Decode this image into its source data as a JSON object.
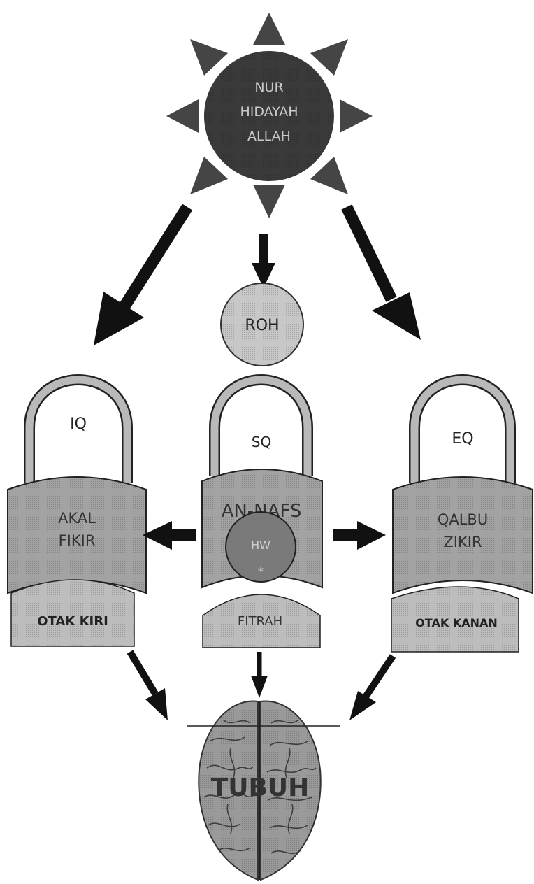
{
  "sun": {
    "lines": [
      "NUR",
      "HIDAYAH",
      "ALLAH"
    ]
  },
  "roh": {
    "label": "ROH"
  },
  "locks": {
    "left": {
      "handle": "IQ",
      "body": [
        "AKAL",
        "FIKIR"
      ],
      "base": "OTAK KIRI"
    },
    "center": {
      "handle": "SQ",
      "body": [
        "AN-NAFS"
      ],
      "inner": [
        "HW",
        "*"
      ],
      "base": "FITRAH"
    },
    "right": {
      "handle": "EQ",
      "body": [
        "QALBU",
        "ZIKIR"
      ],
      "base": "OTAK KANAN"
    }
  },
  "brain": {
    "label": "TUBUH"
  },
  "colors": {
    "sun_fill": "#3a3a3a",
    "sun_text": "#c9c9c9",
    "lock_body": "#a3a3a3",
    "lock_base": "#bdbdbd",
    "handle": "#b9b9b9",
    "roh_fill": "#c8c8c8",
    "inner_circle": "#7a7a7a",
    "arrow": "#111111",
    "brain_fill": "#9a9a9a"
  }
}
